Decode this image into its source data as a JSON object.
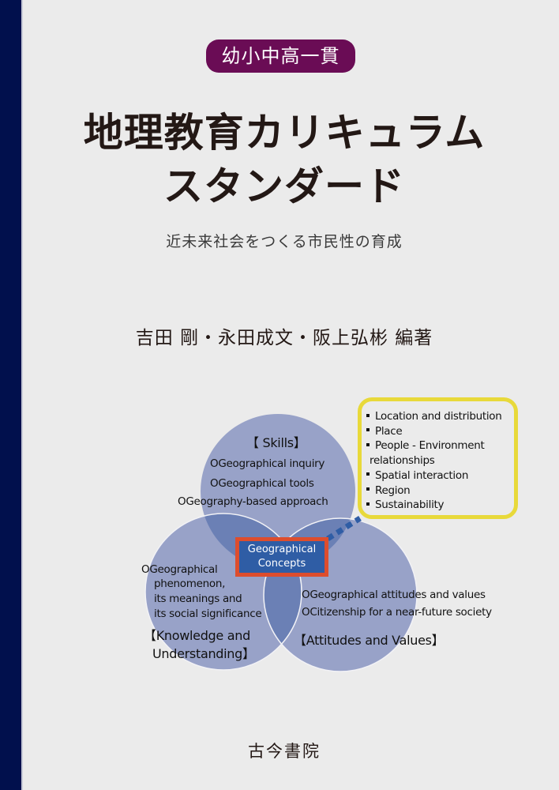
{
  "cover": {
    "badge": "幼小中高一貫",
    "title_line1": "地理教育カリキュラム",
    "title_line2": "スタンダード",
    "subtitle": "近未来社会をつくる市民性の育成",
    "authors": "吉田 剛・永田成文・阪上弘彬 編著",
    "publisher": "古今書院",
    "colors": {
      "spine": "#01104d",
      "background": "#ebebeb",
      "badge": "#6a0c55",
      "circle_fill": "#98a2c8",
      "circle_overlap": "#6b80b5",
      "concepts_border": "#dd4d2d",
      "concepts_fill": "#2f5da5",
      "yellow_border": "#e8d93a"
    }
  },
  "diagram": {
    "skills": {
      "header": "【 Skills】",
      "items": [
        "OGeographical inquiry",
        "OGeographical tools",
        "OGeography-based approach"
      ]
    },
    "knowledge": {
      "header_line1": "【Knowledge and",
      "header_line2": "Understanding】",
      "items": [
        "OGeographical",
        "phenomenon,",
        "its meanings and",
        "its social significance"
      ]
    },
    "attitudes": {
      "header": "【Attitudes and Values】",
      "items": [
        "OGeographical attitudes and values",
        "OCitizenship for a near-future society"
      ]
    },
    "center": {
      "line1": "Geographical",
      "line2": "Concepts"
    },
    "concepts_list": [
      "Location and distribution",
      "Place",
      "People - Environment",
      "relationships",
      "Spatial interaction",
      "Region",
      "Sustainability"
    ]
  }
}
